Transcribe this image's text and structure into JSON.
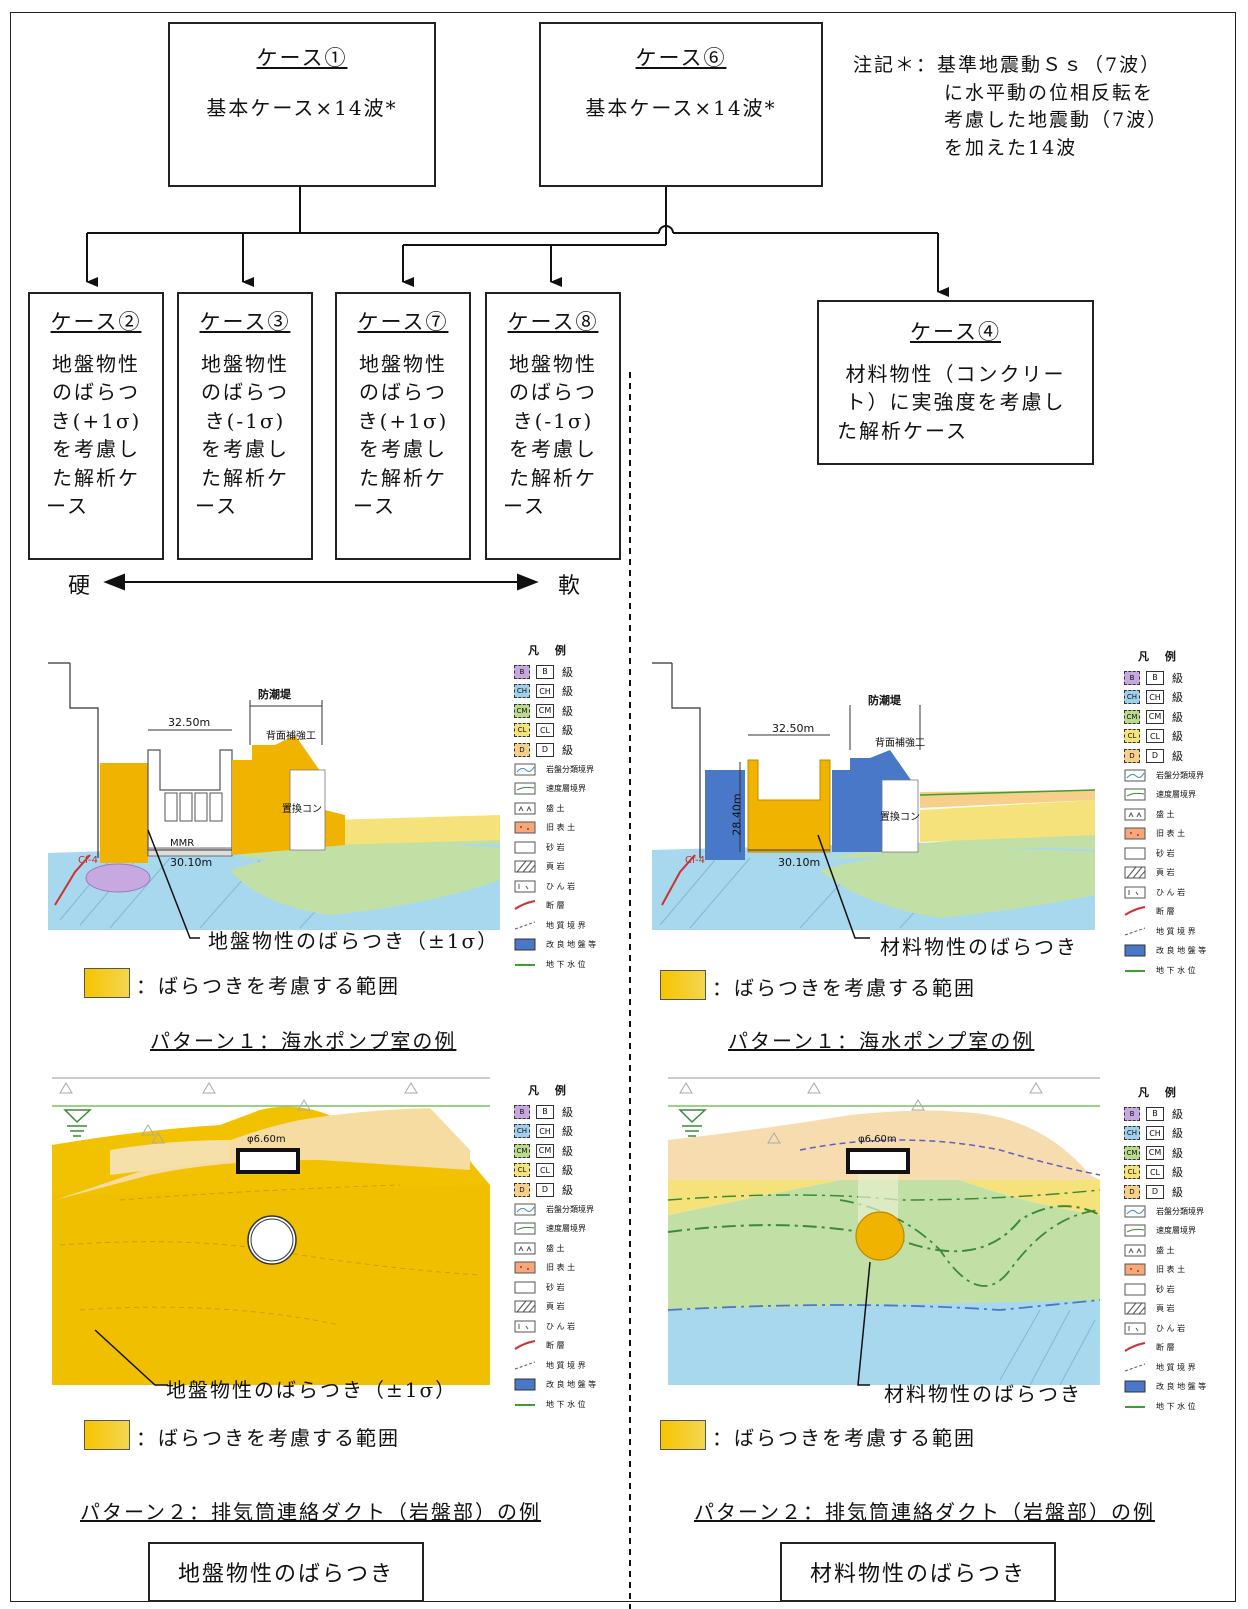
{
  "note": {
    "line1": "注記＊：基準地震動Ｓｓ（7波）",
    "line2": "に水平動の位相反転を",
    "line3": "考慮した地震動（7波）",
    "line4": "を加えた14波"
  },
  "cases": {
    "c1": {
      "title": "ケース①",
      "body": "基本ケース×14波*"
    },
    "c6": {
      "title": "ケース⑥",
      "body": "基本ケース×14波*"
    },
    "c2": {
      "title": "ケース②",
      "l1": "地盤物性",
      "l2": "のばらつ",
      "l3": "き(+1σ)",
      "l4": "を考慮し",
      "l5": "た解析ケ",
      "l6": "ース"
    },
    "c3": {
      "title": "ケース③",
      "l1": "地盤物性",
      "l2": "のばらつ",
      "l3": "き(-1σ)",
      "l4": "を考慮し",
      "l5": "た解析ケ",
      "l6": "ース"
    },
    "c7": {
      "title": "ケース⑦",
      "l1": "地盤物性",
      "l2": "のばらつ",
      "l3": "き(+1σ)",
      "l4": "を考慮し",
      "l5": "た解析ケ",
      "l6": "ース"
    },
    "c8": {
      "title": "ケース⑧",
      "l1": "地盤物性",
      "l2": "のばらつ",
      "l3": "き(-1σ)",
      "l4": "を考慮し",
      "l5": "た解析ケ",
      "l6": "ース"
    },
    "c4": {
      "title": "ケース④",
      "l1": "材料物性（コンクリー",
      "l2": "ト）に実強度を考慮し",
      "l3": "た解析ケース"
    }
  },
  "stiffness": {
    "hard": "硬",
    "soft": "軟"
  },
  "legend": {
    "title": "凡 例",
    "rank_suffix": "級",
    "ranks": [
      {
        "sw": "B",
        "code": "B",
        "color": "#c8a8e0"
      },
      {
        "sw": "CH",
        "code": "CH",
        "color": "#9fd0ee"
      },
      {
        "sw": "CM",
        "code": "CM",
        "color": "#b9dc8c"
      },
      {
        "sw": "CL",
        "code": "CL",
        "color": "#f6e27a"
      },
      {
        "sw": "D",
        "code": "D",
        "color": "#f6cf8a"
      }
    ],
    "items_a": [
      "岩盤分類境界",
      "速度層境界",
      "盛 土",
      "旧 表 土",
      "砂 岩",
      "頁 岩",
      "ひ ん 岩",
      "断 層",
      "地 質 境 界",
      "改 良 地 盤 等",
      "地 下 水 位"
    ]
  },
  "diagram": {
    "tide_wall": "防潮堤",
    "back_reinforce": "背面補強工",
    "replace_con": "置換コン",
    "mmr": "MMR",
    "cf": "Cf-4",
    "width_top": "32.50m",
    "width_bottom": "30.10m",
    "height": "28.40m",
    "diameter": "φ6.60m"
  },
  "labels": {
    "ground_var": "地盤物性のばらつき（±1σ）",
    "material_var": "材料物性のばらつき",
    "range": "：ばらつきを考慮する範囲",
    "pattern1": "パターン１：海水ポンプ室の例",
    "pattern2": "パターン２：排気筒連絡ダクト（岩盤部）の例",
    "bottom_left": "地盤物性のばらつき",
    "bottom_right": "材料物性のばらつき"
  },
  "colors": {
    "yellow": "#f7c400",
    "blue": "#4a78c8",
    "green": "#c2e0a6",
    "lightblue": "#a8d8ee"
  }
}
